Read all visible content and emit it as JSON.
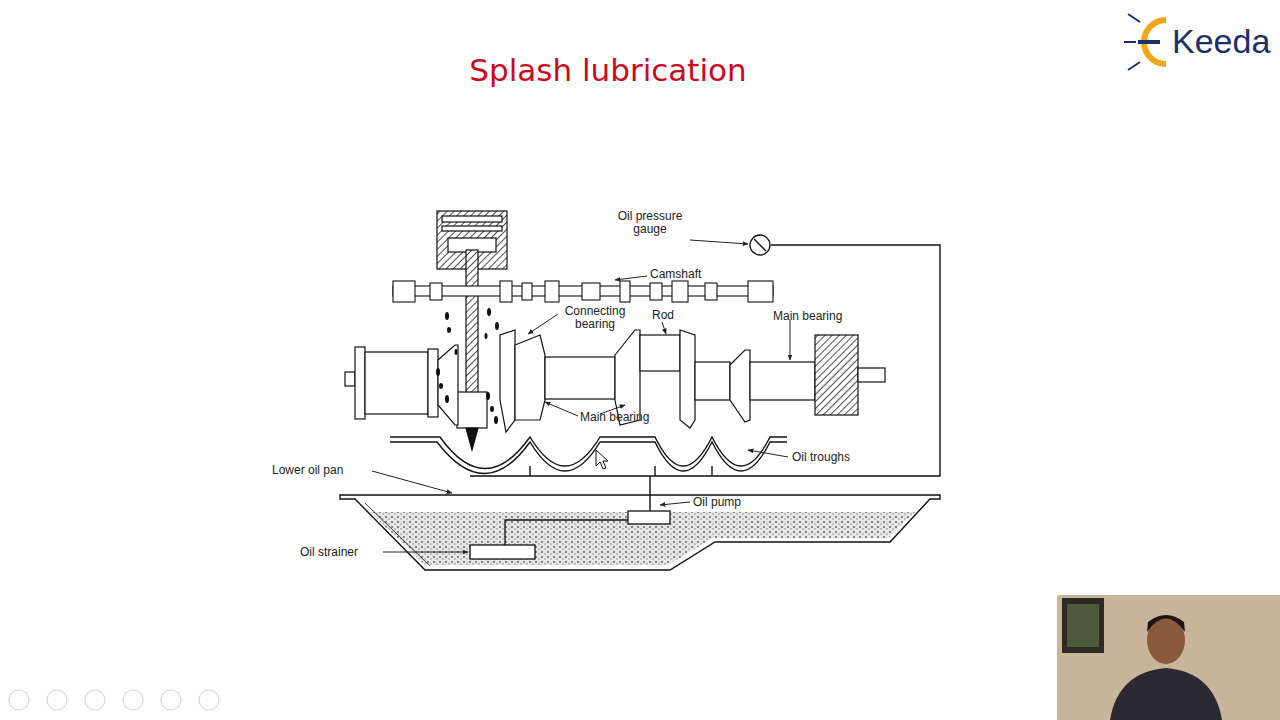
{
  "diagram": {
    "title": "Splash lubrication",
    "labels": [
      "Oil pressure gauge",
      "Camshaft",
      "Connecting bearing",
      "Rod",
      "Main bearing",
      "Main bearing",
      "Oil troughs",
      "Lower oil pan",
      "Oil pump",
      "Oil strainer",
      "Keeda"
    ]
  }
}
